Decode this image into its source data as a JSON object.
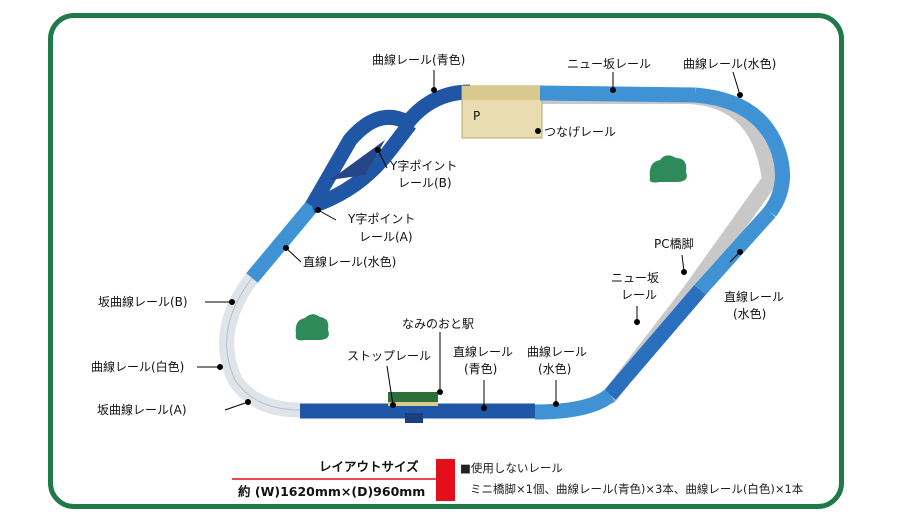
{
  "labels": {
    "curve_blue": "曲線レール(青色)",
    "new_slope_top": "ニュー坂レール",
    "curve_light_top": "曲線レール(水色)",
    "connector": "つなげレール",
    "y_point_b_l1": "Y字ポイント",
    "y_point_b_l2": "レール(B)",
    "y_point_a_l1": "Y字ポイント",
    "y_point_a_l2": "レール(A)",
    "straight_light_left": "直線レール(水色)",
    "slope_curve_b": "坂曲線レール(B)",
    "curve_white": "曲線レール(白色)",
    "slope_curve_a": "坂曲線レール(A)",
    "pc_pier": "PC橋脚",
    "new_slope_right_l1": "ニュー坂",
    "new_slope_right_l2": "レール",
    "straight_light_right_l1": "直線レール",
    "straight_light_right_l2": "(水色)",
    "station": "なみのおと駅",
    "stop_rail": "ストップレール",
    "straight_blue_l1": "直線レール",
    "straight_blue_l2": "(青色)",
    "curve_light_bottom_l1": "曲線レール",
    "curve_light_bottom_l2": "(水色)"
  },
  "layout_size": {
    "title": "レイアウトサイズ",
    "dims": "約 (W)1620mm×(D)960mm"
  },
  "unused": {
    "title": "■使用しないレール",
    "detail": "ミニ橋脚×1個、曲線レール(青色)×3本、曲線レール(白色)×1本"
  },
  "colors": {
    "frame": "#1f7a4a",
    "dark_blue": "#1f56a6",
    "light_blue": "#3f93d4",
    "white_rail": "#dfe3ea",
    "accent_red": "#e30f1a",
    "bush": "#2f8a5a"
  }
}
